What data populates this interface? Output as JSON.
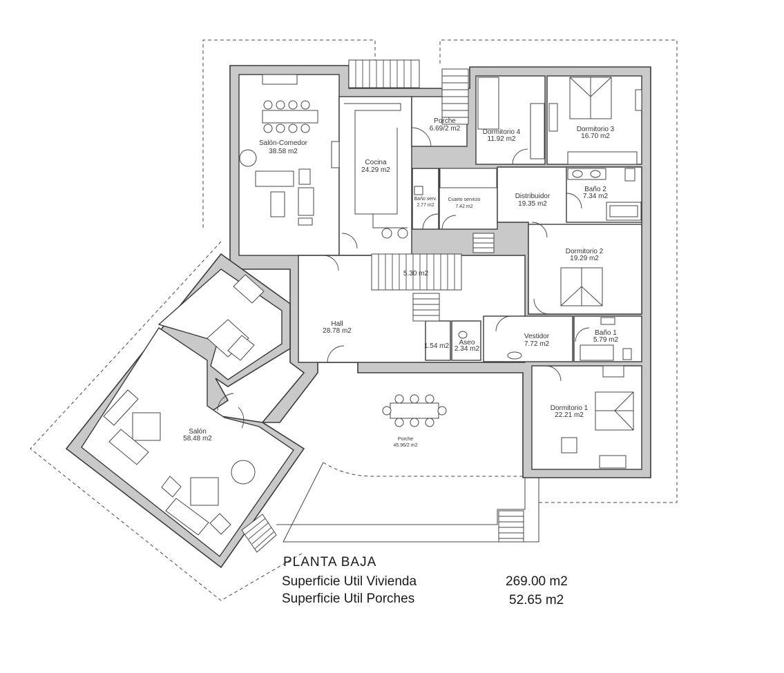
{
  "plan": {
    "title": "PLANTA BAJA",
    "summary": [
      {
        "label": "Superficie Util Vivienda",
        "value": "269.00 m2"
      },
      {
        "label": "Superficie Util  Porches",
        "value": "52.65 m2"
      }
    ]
  },
  "rooms": {
    "salon_comedor": {
      "name": "Salón-Comedor",
      "area": "38.58 m2"
    },
    "cocina": {
      "name": "Cocina",
      "area": "24.29 m2"
    },
    "porche_top": {
      "name": "Porche",
      "area": "6.69/2 m2"
    },
    "dormitorio4": {
      "name": "Dormitorio 4",
      "area": "11.92 m2"
    },
    "dormitorio3": {
      "name": "Dormitorio 3",
      "area": "16.70 m2"
    },
    "bano_servicio": {
      "name": "Baño serv.",
      "area": "2.77 m2"
    },
    "cuarto_servicio": {
      "name": "Cuarto servicio",
      "area": "7.42 m2"
    },
    "distribuidor": {
      "name": "Distribuidor",
      "area": "19.35 m2"
    },
    "bano2": {
      "name": "Baño 2",
      "area": "7.34 m2"
    },
    "stair_area": {
      "area": "5.30 m2"
    },
    "dormitorio2": {
      "name": "Dormitorio 2",
      "area": "19.29 m2"
    },
    "hall": {
      "name": "Hall",
      "area": "28.78 m2"
    },
    "closet": {
      "area": "1.54 m2"
    },
    "aseo": {
      "name": "Aseo",
      "area": "2.34 m2"
    },
    "vestidor": {
      "name": "Vestidor",
      "area": "7.72 m2"
    },
    "bano1": {
      "name": "Baño 1",
      "area": "5.79 m2"
    },
    "porche_main": {
      "name": "Porche",
      "area": "45.96/2 m2"
    },
    "salon": {
      "name": "Salón",
      "area": "58.48 m2"
    },
    "dormitorio1": {
      "name": "Dormitorio 1",
      "area": "22.21 m2"
    }
  }
}
